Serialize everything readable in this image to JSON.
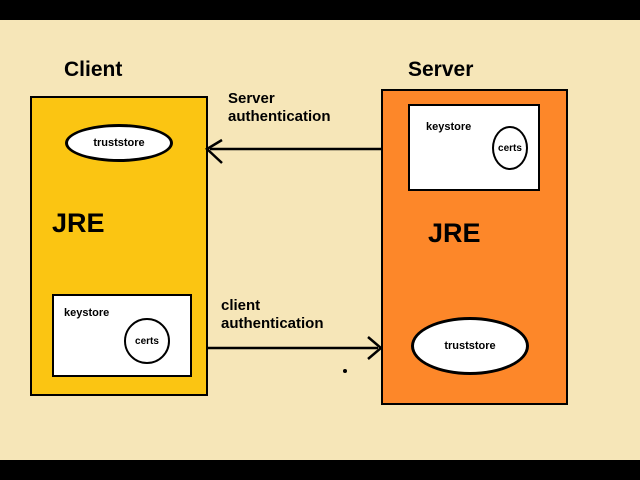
{
  "diagram": {
    "client_title": "Client",
    "server_title": "Server",
    "client": {
      "jre_label": "JRE",
      "truststore_label": "truststore",
      "keystore_label": "keystore",
      "certs_label": "certs",
      "box_color": "#fbc512"
    },
    "server": {
      "jre_label": "JRE",
      "truststore_label": "truststore",
      "keystore_label": "keystore",
      "certs_label": "certs",
      "box_color": "#fd8729"
    },
    "arrows": {
      "server_auth_line1": "Server",
      "server_auth_line2": "authentication",
      "client_auth_line1": "client",
      "client_auth_line2": "authentication"
    },
    "colors": {
      "background": "#f6e6b8",
      "letterbox": "#000000"
    }
  }
}
